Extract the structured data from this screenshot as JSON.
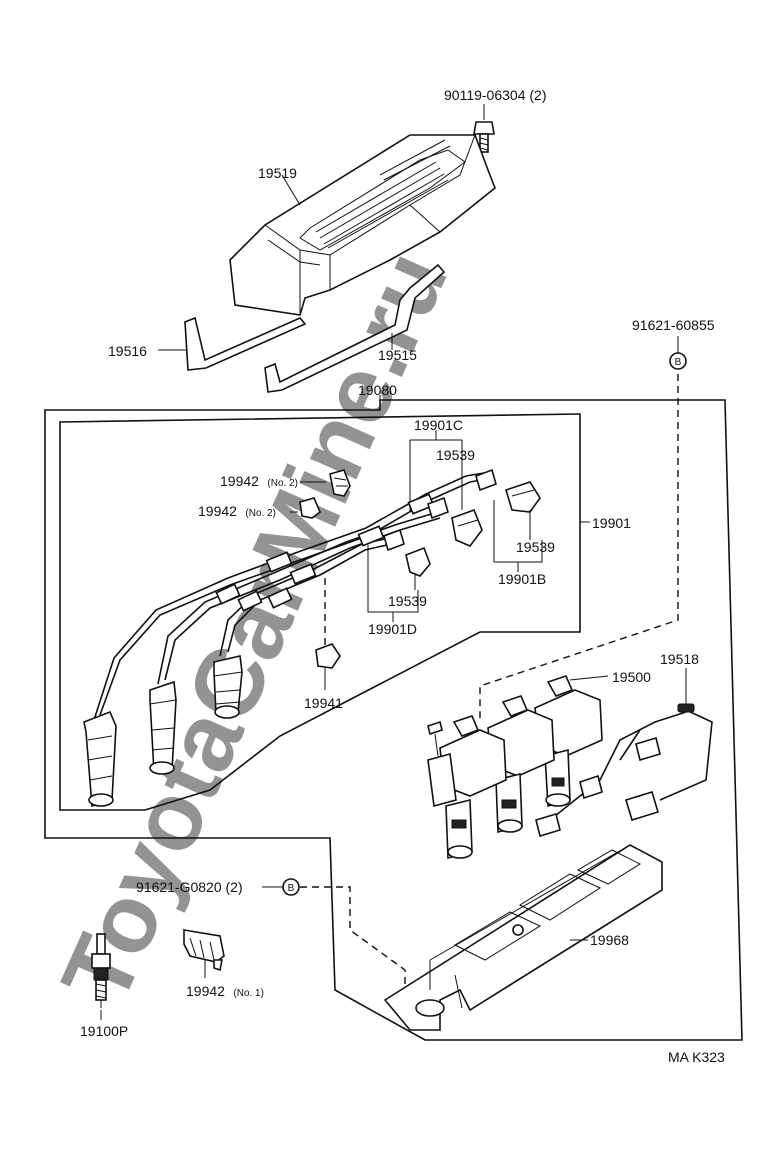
{
  "watermark": "ToyotaCarMine.ru",
  "parts": {
    "bolt_90119": "90119-06304 (2)",
    "cover_19519": "19519",
    "seal_19516": "19516",
    "seal_19515": "19515",
    "set_19080": "19080",
    "clip_91621_60855": "91621-60855",
    "cord_19901C": "19901C",
    "cord_19539_top": "19539",
    "clamp_19942_a": "19942",
    "clamp_19942_a_note": "(No. 2)",
    "clamp_19942_b": "19942",
    "clamp_19942_b_note": "(No. 2)",
    "cord_set_19901": "19901",
    "cord_19539_right": "19539",
    "cord_19901B": "19901B",
    "cord_19539_bottom": "19539",
    "cord_19901D": "19901D",
    "clamp_19941": "19941",
    "wire_19518": "19518",
    "coil_19500": "19500",
    "bolt_91621_G0820": "91621-G0820 (2)",
    "bracket_19968": "19968",
    "clamp_19942_c": "19942",
    "clamp_19942_c_note": "(No. 1)",
    "plug_19100P": "19100P",
    "ref_b_upper": "B",
    "ref_b_lower": "B",
    "diagram_code": "MA  K323"
  }
}
